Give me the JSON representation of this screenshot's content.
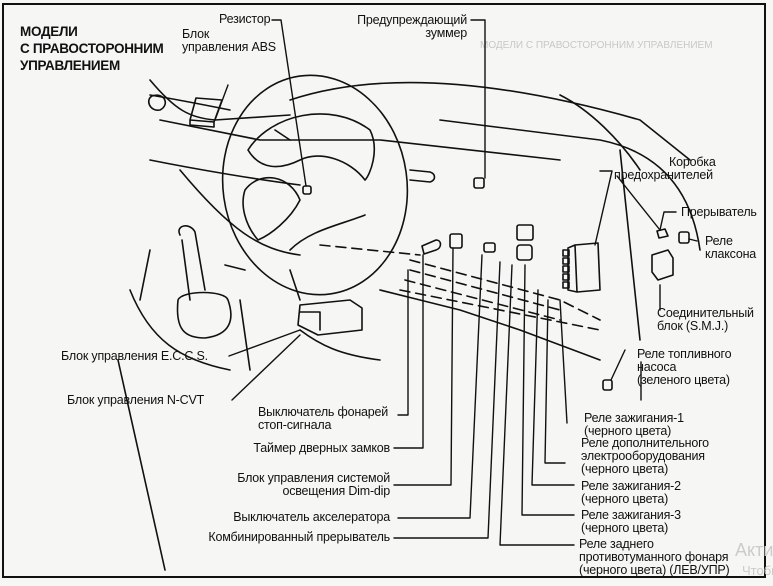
{
  "diagram": {
    "title_lines": [
      "МОДЕЛИ",
      "С ПРАВОСТОРОННИМ",
      "УПРАВЛЕНИЕМ"
    ],
    "labels": {
      "resistor": "Резистор",
      "abs_unit_1": "Блок",
      "abs_unit_2": "управления ABS",
      "warning_buzzer_1": "Предупреждающий",
      "warning_buzzer_2": "зуммер",
      "fuse_box_1": "Коробка",
      "fuse_box_2": "предохранителей",
      "interrupter": "Прерыватель",
      "horn_relay_1": "Реле",
      "horn_relay_2": "клаксона",
      "smj_1": "Соединительный",
      "smj_2": "блок (S.M.J.)",
      "fuel_pump_relay_1": "Реле топливного",
      "fuel_pump_relay_2": "насоса",
      "fuel_pump_relay_3": "(зеленого цвета)",
      "ignition_relay_1_a": "Реле зажигания-1",
      "ignition_relay_1_b": "(черного цвета)",
      "accessory_relay_1": "Реле дополнительного",
      "accessory_relay_2": "электрооборудования",
      "accessory_relay_3": "(черного цвета)",
      "ignition_relay_2_a": "Реле зажигания-2",
      "ignition_relay_2_b": "(черного цвета)",
      "ignition_relay_3_a": "Реле зажигания-3",
      "ignition_relay_3_b": "(черного цвета)",
      "rear_fog_relay_1": "Реле заднего",
      "rear_fog_relay_2": "противотуманного фонаря",
      "rear_fog_relay_3": "(черного цвета) (ЛЕВ/УПР)",
      "eccs_unit": "Блок управления E.C.C.S.",
      "ncvt_unit": "Блок управления N-CVT",
      "stop_lamp_switch_1": "Выключатель фонарей",
      "stop_lamp_switch_2": "стоп-сигнала",
      "door_lock_timer": "Таймер дверных замков",
      "dim_dip_unit_1": "Блок управления системой",
      "dim_dip_unit_2": "освещения Dim-dip",
      "accelerator_switch": "Выключатель акселератора",
      "combination_flasher": "Комбинированный прерыватель"
    },
    "watermark": [
      "Акти",
      "Чтобы"
    ]
  }
}
